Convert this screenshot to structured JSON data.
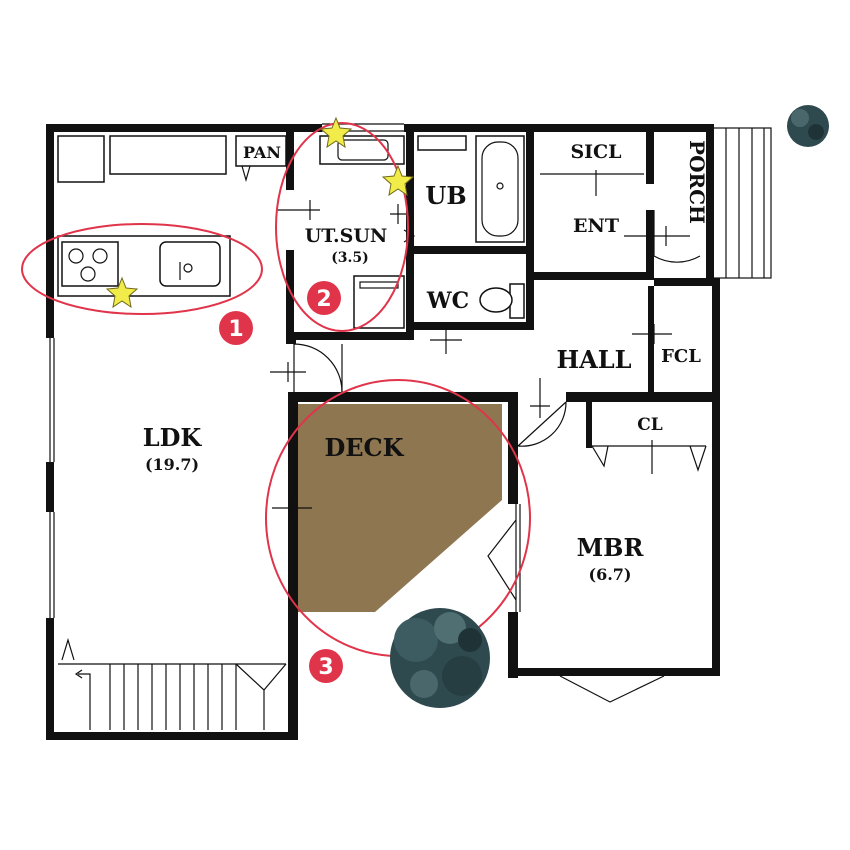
{
  "rooms": {
    "pan": "PAN",
    "ut_sun": "UT.SUN",
    "ut_sun_area": "(3.5)",
    "ub": "UB",
    "sicl": "SICL",
    "ent": "ENT",
    "porch": "PORCH",
    "wc": "WC",
    "hall": "HALL",
    "fcl": "FCL",
    "ldk": "LDK",
    "ldk_area": "(19.7)",
    "deck": "DECK",
    "cl": "CL",
    "mbr": "MBR",
    "mbr_area": "(6.7)"
  },
  "highlights": {
    "kitchen_number": "1",
    "utility_number": "2",
    "deck_number": "3"
  },
  "colors": {
    "wall": "#111111",
    "highlight_ring": "#e0344a",
    "badge": "#e0344a",
    "star": "#f2ec4a",
    "deck_fill": "#8e7650",
    "tree": "#2f4a4f"
  },
  "icons": {
    "marker": "star-icon",
    "plant": "tree-icon",
    "shrub": "shrub-icon"
  }
}
